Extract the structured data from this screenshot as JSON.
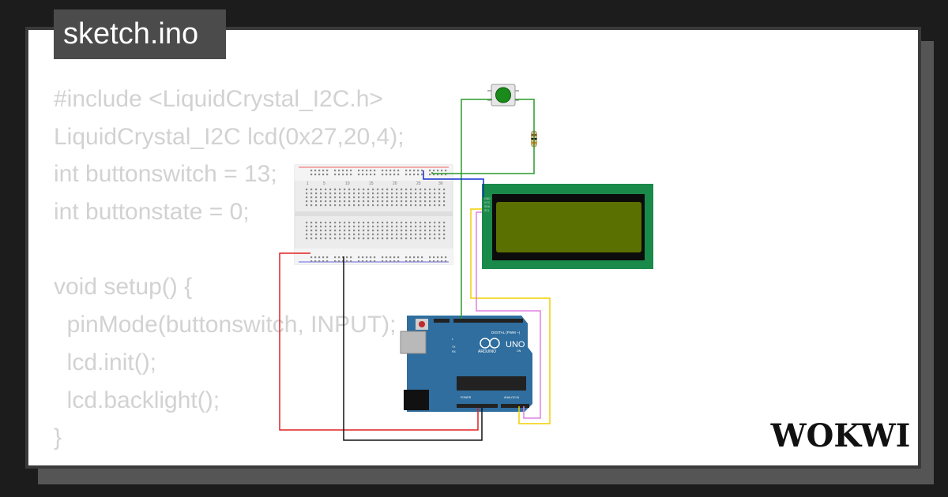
{
  "file": {
    "name": "sketch.ino"
  },
  "code": {
    "lines": [
      "#include <LiquidCrystal_I2C.h>",
      "LiquidCrystal_I2C lcd(0x27,20,4);",
      "int buttonswitch = 13;",
      "int buttonstate = 0;",
      "",
      "void setup() {",
      "  pinMode(buttonswitch, INPUT);",
      "  lcd.init();",
      "  lcd.backlight();",
      "}"
    ]
  },
  "components": {
    "breadboard": {
      "numbers": [
        "1",
        "5",
        "10",
        "15",
        "20",
        "25",
        "30"
      ]
    },
    "arduino": {
      "brand": "ARDUINO",
      "model": "UNO",
      "digital_label": "DIGITAL (PWM ~)",
      "power_label": "POWER",
      "analog_label": "ANALOG IN",
      "on_label": "ON",
      "tx_label": "TX",
      "rx_label": "RX",
      "l_label": "L"
    },
    "lcd": {
      "pins": [
        "GND",
        "VCC",
        "SDA",
        "SCL"
      ]
    }
  },
  "brand": {
    "logo_text": "WOKWI"
  },
  "colors": {
    "background": "#1c1c1c",
    "card": "#ffffff",
    "tab": "#4b4b4b",
    "code_text": "#d2d2d2",
    "arduino_board": "#2f6e9e",
    "lcd_board": "#1a8a4a",
    "lcd_screen": "#5a7000",
    "wire_red": "#e02020",
    "wire_black": "#111111",
    "wire_green": "#2a9a2a",
    "wire_blue": "#1030d0",
    "wire_yellow": "#f0d000",
    "wire_pink": "#e080e0"
  }
}
